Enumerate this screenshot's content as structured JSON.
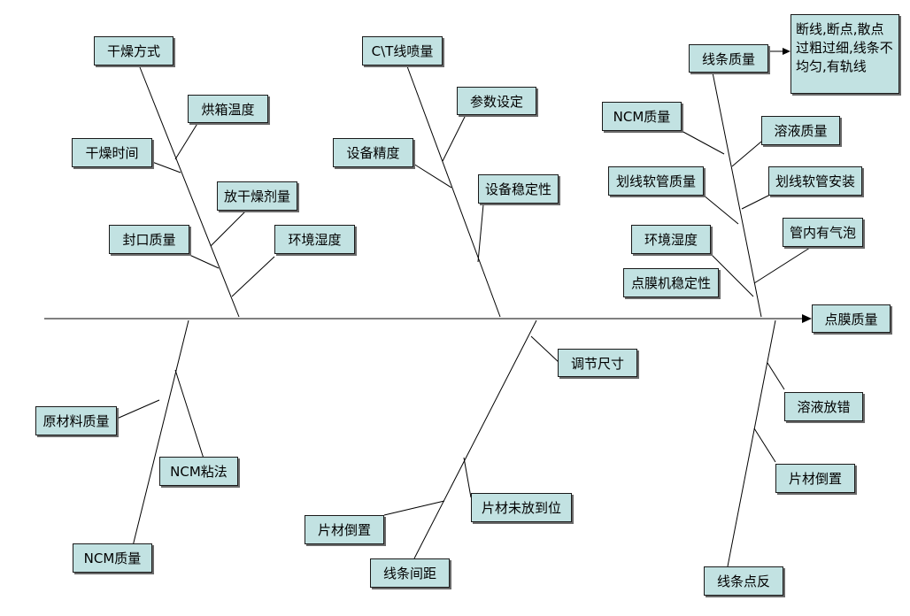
{
  "effect": "点膜质量",
  "causes": {
    "gzfs": "干燥方式",
    "hxwd": "烘箱温度",
    "gzsj": "干燥时间",
    "fgzj": "放干燥剂量",
    "fkzl": "封口质量",
    "hjsd_top": "环境湿度",
    "ctxzl": "C\\T线喷量",
    "cssd": "参数设定",
    "sbjd": "设备精度",
    "sbwdx": "设备稳定性",
    "xtzl": "线条质量",
    "dx_note": "断线,断点,散点过粗过细,线条不均匀,有轨线",
    "ncm_top": "NCM质量",
    "ryzl": "溶液质量",
    "hxrgzl": "划线软管质量",
    "hxrgaz": "划线软管安装",
    "gnyqp": "管内有气泡",
    "hjsd_right": "环境湿度",
    "dmjwdx": "点膜机稳定性",
    "tjcc": "调节尺寸",
    "rycf": "溶液放错",
    "ycl": "原材料质量",
    "ncmzf": "NCM粘法",
    "ncm_bottom": "NCM质量",
    "pcwfdw": "片材未放到位",
    "pcdz_mid": "片材倒置",
    "xtjj": "线条间距",
    "pcdz_right": "片材倒置",
    "xtdf": "线条点反"
  },
  "colors": {
    "box_fill": "#c2e2e2",
    "line": "#000000"
  }
}
